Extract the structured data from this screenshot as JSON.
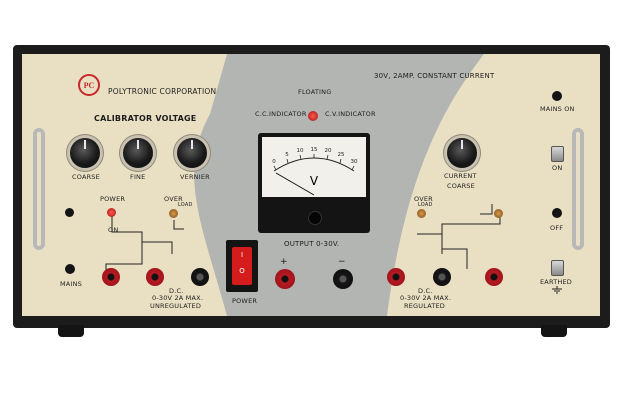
{
  "brand": {
    "logo_text": "PC",
    "name": "POLYTRONIC CORPORATION"
  },
  "model": "30V, 2AMP. CONSTANT CURRENT",
  "calibrator": {
    "title": "CALIBRATOR VOLTAGE",
    "knobs": [
      "COARSE",
      "FINE",
      "VERNIER"
    ]
  },
  "indicators": {
    "floating": "FLOATING",
    "cc": "C.C.INDICATOR",
    "cv": "C.V.INDICATOR"
  },
  "meter": {
    "scale": [
      "0",
      "5",
      "10",
      "15",
      "20",
      "25",
      "30"
    ],
    "unit": "V",
    "needle_value": 0
  },
  "left_controls": {
    "power_label": "POWER",
    "on_label": "ON",
    "over_label": "OVER",
    "load_label": "LOAD",
    "mains_label": "MAINS"
  },
  "unregulated": {
    "line1": "D.C.",
    "line2": "0-30V 2A MAX.",
    "line3": "UNREGULATED"
  },
  "power_switch": {
    "label": "POWER",
    "marks": [
      "I",
      "O"
    ]
  },
  "output": {
    "label": "OUTPUT 0-30V.",
    "plus": "+",
    "minus": "−"
  },
  "right_controls": {
    "current_label": "CURRENT",
    "coarse_label": "COARSE",
    "over_label": "OVER",
    "load_label": "LOAD",
    "mains_on_label": "MAINS ON",
    "on_label": "ON",
    "off_label": "OFF",
    "earthed_label": "EARTHED"
  },
  "regulated": {
    "line1": "D.C.",
    "line2": "0-30V 2A MAX.",
    "line3": "REGULATED"
  },
  "colors": {
    "panel": "#e9e0c4",
    "band": "#b3b5b2",
    "case": "#1c1c1c",
    "switch": "#d41c1c",
    "jack_red": "#b81a22"
  }
}
